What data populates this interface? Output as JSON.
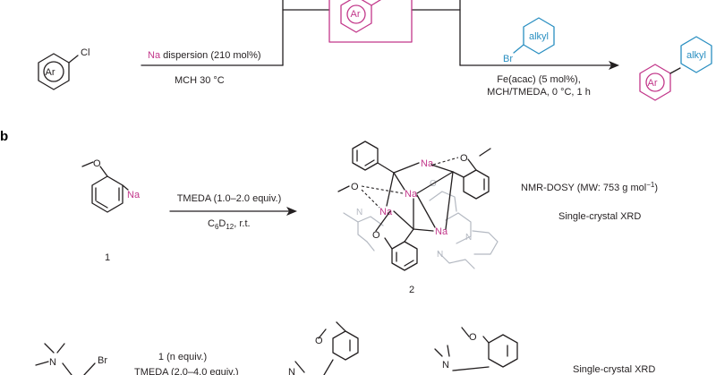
{
  "panel_b_letter": "b",
  "panel_a": {
    "start_aryl_label": "Ar",
    "start_halogen": "Cl",
    "condition1_metal": "Na",
    "condition1_rest": " dispersion (210 mol%)",
    "condition1_line2": "MCH 30 °C",
    "intermediate_aryl_label": "Ar",
    "alkyl_bromide_halogen": "Br",
    "alkyl_bromide_group": "alkyl",
    "condition2_line1": "Fe(acac) (5 mol%),",
    "condition2_line2": "MCH/TMEDA, 0 °C, 1 h",
    "product_aryl_label": "Ar",
    "product_alkyl_label": "alkyl"
  },
  "panel_b": {
    "reagent_metal": "Na",
    "compound_number": "1",
    "condition_line1": "TMEDA (1.0–2.0 equiv.)",
    "condition_line2_main": "C",
    "condition_line2_sub1": "6",
    "condition_line2_mid": "D",
    "condition_line2_sub2": "12",
    "condition_line2_end": ", r.t.",
    "cluster_metal_label": "Na",
    "cluster_oxygen_label": "O",
    "cluster_nitrogen_label": "N",
    "product_number": "2",
    "analysis_line1_main": "NMR-DOSY (MW: 753 g mol",
    "analysis_line1_sup": "−1",
    "analysis_line1_end": ")",
    "analysis_line2": "Single-crystal XRD"
  },
  "panel_c": {
    "nitrogen_label": "N",
    "halogen_label": "Br",
    "condition_line1": "1 (n equiv.)",
    "condition_line2": "TMEDA (2.0–4.0 equiv.)",
    "analysis_line": "Single-crystal XRD"
  },
  "colors": {
    "black": "#231f20",
    "magenta": "#c2378a",
    "cyan": "#2a8fc1",
    "grey": "#b4b9c2"
  }
}
